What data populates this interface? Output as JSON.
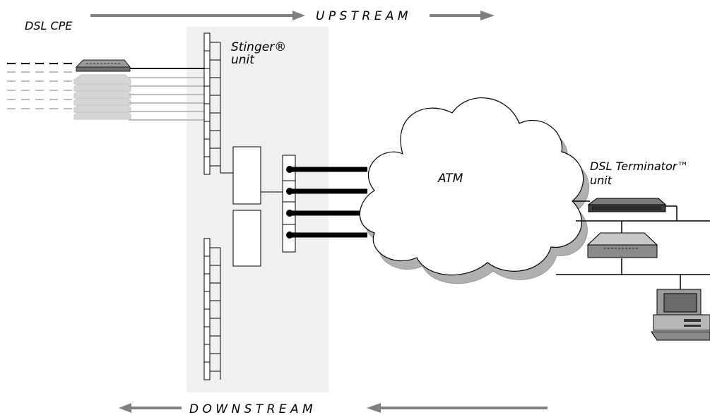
{
  "labels": {
    "upstream": "U P S T R E A M",
    "downstream": "D O W N S T R E A M",
    "dsl_cpe": "DSL CPE",
    "stinger_line1": "Stinger®",
    "stinger_line2": "unit",
    "atm": "ATM",
    "terminator_line1": "DSL Terminator™",
    "terminator_line2": "unit"
  },
  "colors": {
    "flow_arrow": "#808080",
    "stinger_panel": "#f0f0f0",
    "cloud_shadow": "#b0b0b0",
    "faded_links": "#bdbdbd"
  }
}
